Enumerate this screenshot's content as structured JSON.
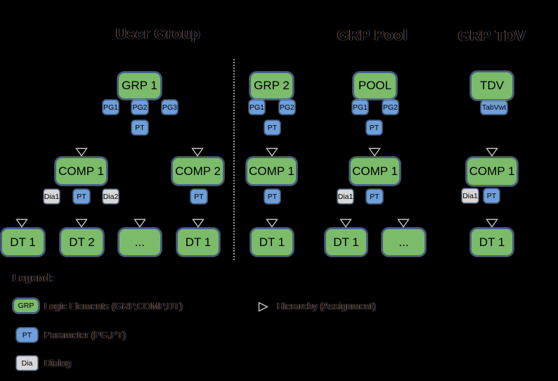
{
  "titles": {
    "user_group": "User Group",
    "grp_pool": "GRP Pool",
    "grp_tdv": "GRP TDV"
  },
  "user_group": {
    "grp1": "GRP 1",
    "pg1": "PG1",
    "pg2": "PG2",
    "pg3": "PG3",
    "pt0": "PT",
    "comp1": "COMP 1",
    "dia1": "Dia1",
    "pt1": "PT",
    "dia2": "Dia2",
    "comp2": "COMP 2",
    "pt2": "PT",
    "dt1": "DT 1",
    "dt2": "DT 2",
    "dots": "...",
    "dt3": "DT 1"
  },
  "grp_pool": {
    "grp2": "GRP 2",
    "pg1": "PG1",
    "pg2": "PG2",
    "pt0": "PT",
    "comp1": "COMP 1",
    "pt1": "PT",
    "dt1": "DT 1",
    "pool": "POOL",
    "pool_pg1": "PG1",
    "pool_pg2": "PG2",
    "pool_pt0": "PT",
    "comp2": "COMP 1",
    "dia1": "Dia1",
    "pt2": "PT",
    "dt2": "DT 1",
    "dots": "..."
  },
  "grp_tdv": {
    "tdv": "TDV",
    "tabvwt": "TabVwt",
    "comp1": "COMP 1",
    "dia1": "Dia1",
    "pt": "PT",
    "dt1": "DT 1"
  },
  "legend": {
    "heading": "Legend:",
    "logic_box": "GRP",
    "logic_text": "Logic Elements (GRP,COMP,DT)",
    "param_box": "PT",
    "param_text": "Parameter (PG,PT)",
    "dialog_box": "Dia",
    "dialog_text": "Dialog",
    "hierarchy_text": "Hierarchy (Assignment)"
  },
  "colors": {
    "background": "#000000",
    "node_green": "#7bbb6a",
    "node_green_border": "#44618c",
    "node_blue": "#6f9ed9",
    "node_blue_border": "#3e6cb0",
    "node_gray": "#d8d8d8",
    "node_gray_border": "#6d88a8",
    "arrow_outline": "#d2d2d2",
    "separator_dotted": "#9a9a9a"
  }
}
